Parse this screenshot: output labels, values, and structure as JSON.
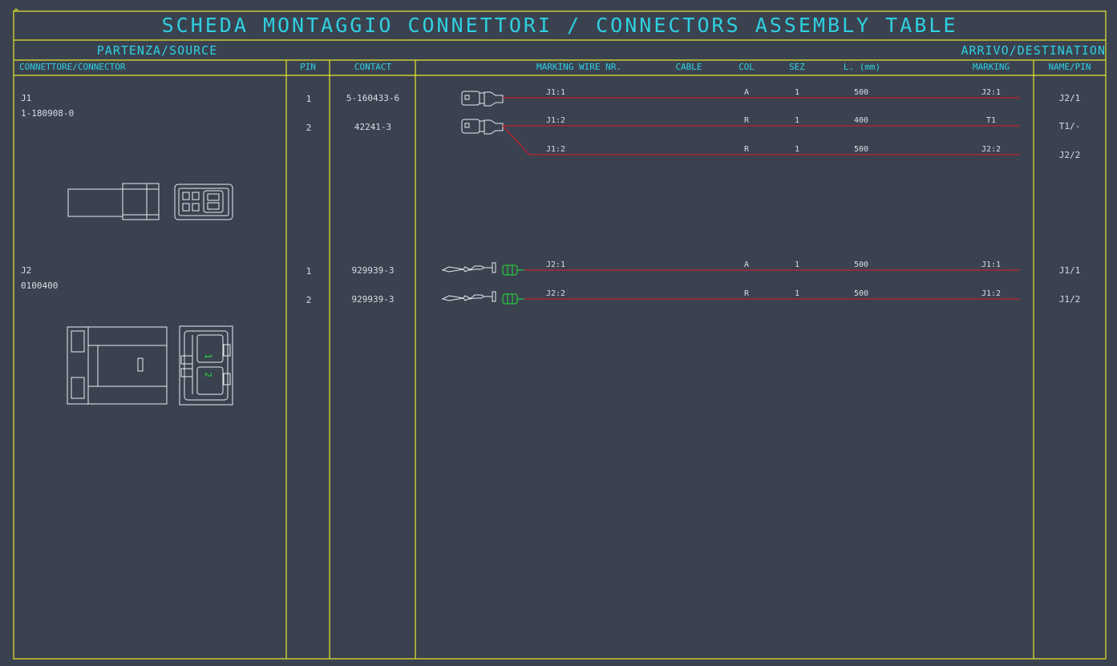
{
  "title": "SCHEDA  MONTAGGIO  CONNETTORI  /  CONNECTORS  ASSEMBLY  TABLE",
  "source_label": "PARTENZA/SOURCE",
  "destination_label": "ARRIVO/DESTINATION",
  "columns": {
    "connector": "CONNETTORE/CONNECTOR",
    "pin": "PIN",
    "contact": "CONTACT",
    "marking_wire": "MARKING  WIRE  NR.",
    "cable": "CABLE",
    "col": "COL",
    "sez": "SEZ",
    "length": "L. (mm)",
    "marking": "MARKING",
    "name_pin": "NAME/PIN"
  },
  "colors": {
    "background": "#3a4250",
    "frame": "#e6e62a",
    "title_text": "#2fd0e0",
    "wire": "#c0202e",
    "drawing": "#e8ecf0",
    "pin_marker": "#27e03a"
  },
  "connectors": [
    {
      "name": "J1",
      "part_number": "1-180908-0",
      "pins": [
        {
          "pin": "1",
          "contact": "5-160433-6"
        },
        {
          "pin": "2",
          "contact": "42241-3"
        }
      ],
      "wires": [
        {
          "marking_wire": "J1:1",
          "cable": "",
          "col": "A",
          "sez": "1",
          "length": "500",
          "marking": "J2:1",
          "name_pin": "J2/1"
        },
        {
          "marking_wire": "J1:2",
          "cable": "",
          "col": "R",
          "sez": "1",
          "length": "400",
          "marking": "T1",
          "name_pin": "T1/-"
        },
        {
          "marking_wire": "J1:2",
          "cable": "",
          "col": "R",
          "sez": "1",
          "length": "500",
          "marking": "J2:2",
          "name_pin": "J2/2"
        }
      ]
    },
    {
      "name": "J2",
      "part_number": "0100400",
      "housing_pin_labels": [
        "1",
        "2"
      ],
      "pins": [
        {
          "pin": "1",
          "contact": "929939-3"
        },
        {
          "pin": "2",
          "contact": "929939-3"
        }
      ],
      "wires": [
        {
          "marking_wire": "J2:1",
          "cable": "",
          "col": "A",
          "sez": "1",
          "length": "500",
          "marking": "J1:1",
          "name_pin": "J1/1"
        },
        {
          "marking_wire": "J2:2",
          "cable": "",
          "col": "R",
          "sez": "1",
          "length": "500",
          "marking": "J1:2",
          "name_pin": "J1/2"
        }
      ]
    }
  ]
}
